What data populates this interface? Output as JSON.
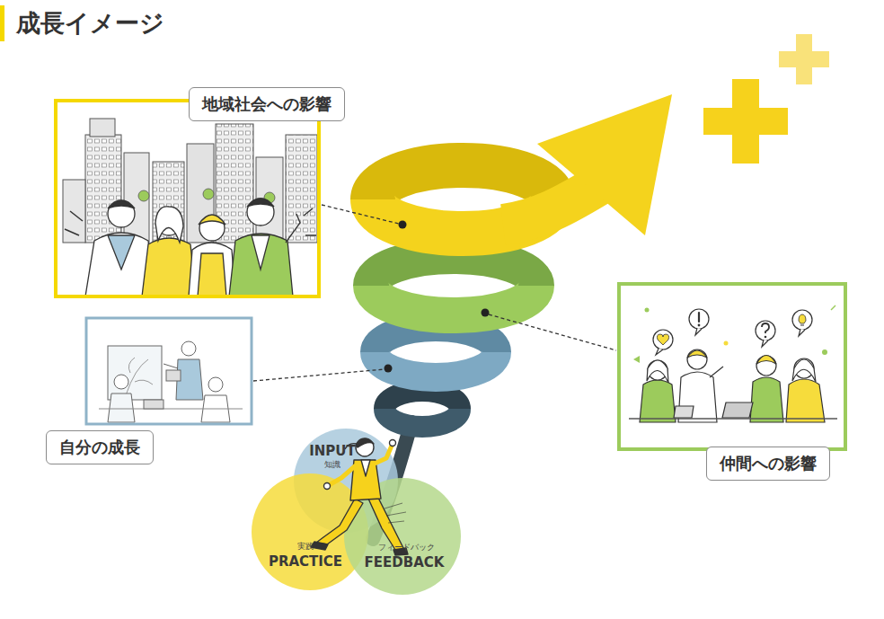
{
  "diagram": {
    "title": "成長イメージ",
    "nodes": [
      {
        "text": [
          "地域社会への影響"
        ]
      },
      {
        "text": [
          "自分の成長"
        ]
      },
      {
        "text": [
          "仲間への影響"
        ]
      },
      {
        "text": [
          "INPUT",
          "知識"
        ]
      },
      {
        "text": [
          "実践",
          "PRACTICE"
        ]
      },
      {
        "text": [
          "フィードバック",
          "FEEDBACK"
        ]
      }
    ]
  }
}
